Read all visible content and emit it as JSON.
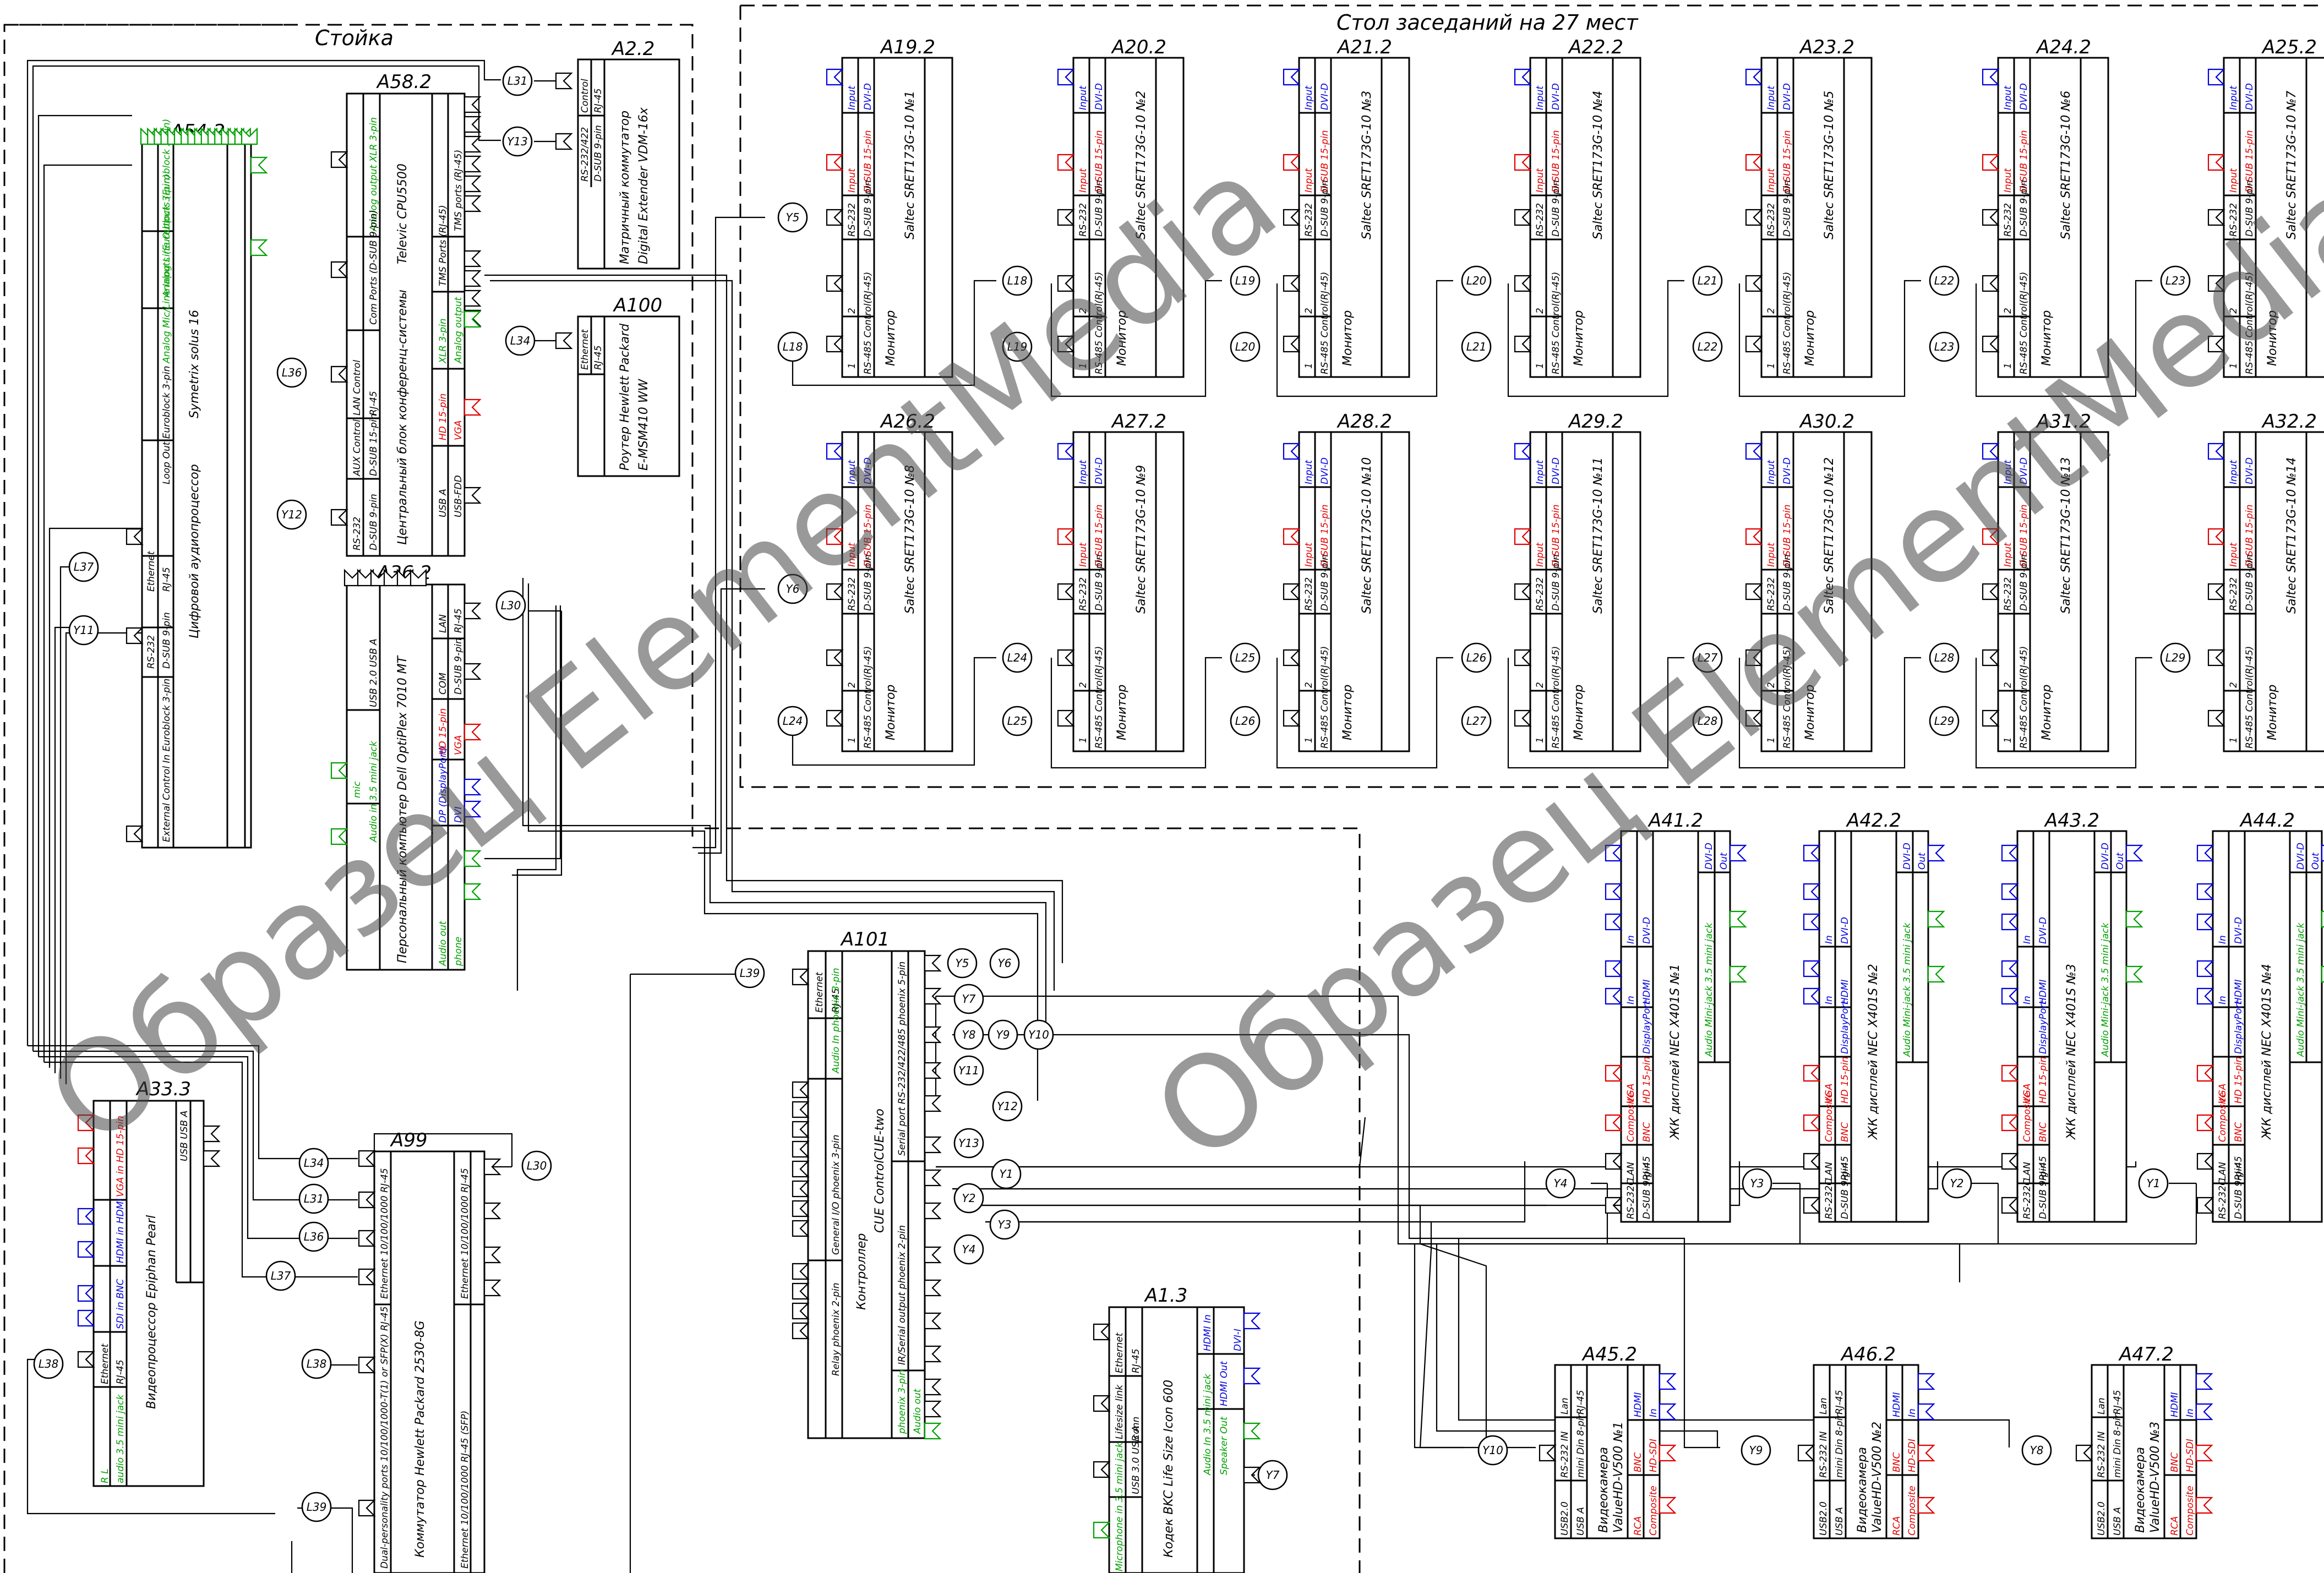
{
  "zones": {
    "rack": "Стойка",
    "table": "Стол заседаний на 27 мест"
  },
  "watermark": "Образец ElementMedia",
  "colors": {
    "line": "#000000",
    "video_red": "#e00000",
    "video_blue": "#0000dd",
    "audio_green": "#00a000",
    "watermark": "#555555"
  },
  "monitors": [
    {
      "id": "A19.2",
      "name": "Монитор",
      "model": "Saltec SRET173G-10 №1",
      "rs485": "L18",
      "rs232": "Y5"
    },
    {
      "id": "A20.2",
      "name": "Монитор",
      "model": "Saltec SRET173G-10 №2",
      "rs485": "L18"
    },
    {
      "id": "A21.2",
      "name": "Монитор",
      "model": "Saltec SRET173G-10 №3",
      "rs485": "L19"
    },
    {
      "id": "A22.2",
      "name": "Монитор",
      "model": "Saltec SRET173G-10 №4",
      "rs485": "L20"
    },
    {
      "id": "A23.2",
      "name": "Монитор",
      "model": "Saltec SRET173G-10 №5",
      "rs485": "L21"
    },
    {
      "id": "A24.2",
      "name": "Монитор",
      "model": "Saltec SRET173G-10 №6",
      "rs485": "L22"
    },
    {
      "id": "A25.2",
      "name": "Монитор",
      "model": "Saltec SRET173G-10 №7",
      "rs485": "L23"
    },
    {
      "id": "A26.2",
      "name": "Монитор",
      "model": "Saltec SRET173G-10 №8",
      "rs485": "L24",
      "rs232": "Y6"
    },
    {
      "id": "A27.2",
      "name": "Монитор",
      "model": "Saltec SRET173G-10 №9",
      "rs485": "L24"
    },
    {
      "id": "A28.2",
      "name": "Монитор",
      "model": "Saltec SRET173G-10 №10",
      "rs485": "L25"
    },
    {
      "id": "A29.2",
      "name": "Монитор",
      "model": "Saltec SRET173G-10 №11",
      "rs485": "L26"
    },
    {
      "id": "A30.2",
      "name": "Монитор",
      "model": "Saltec SRET173G-10 №12",
      "rs485": "L27"
    },
    {
      "id": "A31.2",
      "name": "Монитор",
      "model": "Saltec SRET173G-10 №13",
      "rs485": "L28"
    },
    {
      "id": "A32.2",
      "name": "Монитор",
      "model": "Saltec SRET173G-10 №14",
      "rs485": "L29"
    }
  ],
  "monitor_ports": {
    "input": "Input",
    "dvi": "DVI-D",
    "dsub15": "D-SUB 15-pin",
    "rs232": "RS-232",
    "dsub9": "D-SUB 9-pin",
    "rs485": "RS-485 Control(RJ-45)"
  },
  "next_links": [
    "L19",
    "L20",
    "L21",
    "L22",
    "L23",
    "L25",
    "L26",
    "L27",
    "L28",
    "L29"
  ],
  "devices": {
    "a2": {
      "id": "A2.2",
      "line1": "Матричный коммутатор",
      "line2": "Digital Extender VDM-16x",
      "p1": "Control",
      "p2": "RJ-45",
      "p3": "RS-232/422",
      "p4": "D-SUB 9-pin"
    },
    "a100": {
      "id": "A100",
      "line1": "Роутер Hewlett Packard",
      "line2": "E-MSM410 WW",
      "p1": "Ethernet",
      "p2": "RJ-45"
    },
    "a542": {
      "id": "A54.2",
      "line1": "Цифровой аудиопроцессор",
      "line2": "Symetrix solus 16",
      "p1": "Analog Mic/Line Inputs (Euroblock 3-pin)",
      "p2": "Analog Line Outputs (Euroblock 3-pin)",
      "p3": "Loop Out Euroblock 3-pin",
      "p4": "External Control In Euroblock 3-pin",
      "p5": "Ethernet",
      "p6": "RJ-45",
      "p7": "RS-232",
      "p8": "D-SUB 9-pin"
    },
    "a582": {
      "id": "A58.2",
      "line1": "Центральный блок конференц-системы",
      "line2": "Televic CPU5500",
      "p1": "TMS ports (RJ-45)",
      "p2": "TMS Ports (RJ-45)",
      "p3": "Analog output XLR 3-pin",
      "p4": "Com Ports (D-SUB 9-pin)",
      "p5": "LAN Control",
      "p6": "RJ-45",
      "p7": "AUX Control",
      "p8": "D-SUB 15-pin",
      "p9": "XLR 3-pin",
      "p10": "Analog output",
      "p11": "HD 15-pin",
      "p12": "VGA",
      "p13": "USB A",
      "p14": "USB-FDD",
      "p15": "RS-232",
      "p16": "D-SUB 9-pin"
    },
    "a362": {
      "id": "A36.2",
      "line1": "Персональный компьютер Dell OptiPlex 7010 MT",
      "p1": "USB 2.0 USB A",
      "p2": "LAN",
      "p3": "RJ-45",
      "p4": "COM",
      "p5": "D-SUB 9-pin",
      "p6": "HD 15-pin",
      "p7": "VGA",
      "p8": "DP (DisplayPort)",
      "p9": "DVI",
      "p10": "mic",
      "p11": "Audio in 3.5 mini jack",
      "p12": "Audio out",
      "p13": "phone"
    },
    "a333": {
      "id": "A33.3",
      "line1": "Видеопроцессор Epiphan Pearl",
      "p1": "USB USB A",
      "p2": "VGA in HD 15-pin",
      "p3": "HDMI in HDMI",
      "p4": "SDI in BNC",
      "p5": "Ethernet",
      "p6": "RJ-45",
      "p7": "audio 3.5 mini jack",
      "p8": "R L"
    },
    "a99": {
      "id": "A99",
      "line1": "Коммутатор Hewlett Packard 2530-8G",
      "p1": "Ethernet 10/100/1000 RJ-45",
      "p2": "Ethernet 10/100/1000 RJ-45",
      "p3": "Dual-personality ports 10/100/1000-T(1) or SFP(X) RJ-45",
      "p4": "Ethernet 10/100/1000 RJ-45 (SFP)"
    },
    "a101": {
      "id": "A101",
      "line1": "Контроллер",
      "line2": "CUE ControlCUE-two",
      "p1": "Ethernet",
      "p2": "RJ-45",
      "p3": "Audio In phoenix 3-pin",
      "p4": "General I/O phoenix 3-pin",
      "p5": "Relay phoenix 2-pin",
      "p6": "Serial port RS-232/422/485 phoenix 5-pin",
      "p7": "IR/Serial output phoenix 2-pin",
      "p8": "phoenix 3-pin",
      "p9": "Audio out"
    },
    "a13": {
      "id": "A1.3",
      "line1": "Кодек BKC Life Size Icon 600",
      "p1": "Ethernet",
      "p2": "RJ-45",
      "p3": "Lifesize link",
      "p4": "conn",
      "p5": "USB 3.0 USB A",
      "p6": "HDMI In",
      "p7": "HDMI Out",
      "p8": "DVI-I",
      "p9": "Audio In 3.5 mini jack",
      "p10": "Speaker Out",
      "p11": "Microphone in 3.5 mini jack"
    }
  },
  "displays": [
    {
      "id": "A41.2",
      "name": "ЖК дисплей NEC X401S №1",
      "rs232": "Y4"
    },
    {
      "id": "A42.2",
      "name": "ЖК дисплей NEC X401S №2",
      "rs232": "Y3"
    },
    {
      "id": "A43.2",
      "name": "ЖК дисплей NEC X401S №3",
      "rs232": "Y2"
    },
    {
      "id": "A44.2",
      "name": "ЖК дисплей NEC X401S №4",
      "rs232": "Y1"
    }
  ],
  "display_ports": {
    "p1": "RS-232C",
    "p2": "D-SUB 9-pin",
    "p3": "LAN",
    "p4": "RJ-45",
    "p5": "Composite",
    "p6": "BNC",
    "p7": "VGA",
    "p8": "HD 15-pin",
    "p9": "DisplayPort",
    "p10": "HDMI",
    "p11": "In",
    "p12": "DVI-D",
    "p13": "Out",
    "p14": "Audio Mini-jack 3.5 mini jack"
  },
  "cameras": [
    {
      "id": "A45.2",
      "name": "Видеокамера ValueHD-V500 №1",
      "link": "Y10"
    },
    {
      "id": "A46.2",
      "name": "Видеокамера ValueHD-V500 №2",
      "link": "Y9"
    },
    {
      "id": "A47.2",
      "name": "Видеокамера ValueHD-V500 №3",
      "link": "Y8"
    }
  ],
  "camera_ports": {
    "p1": "USB2.0",
    "p2": "USB A",
    "p3": "RS-232 IN",
    "p4": "mini Din 8-pin",
    "p5": "Lan",
    "p6": "RJ-45",
    "p7": "RCA",
    "p8": "Composite",
    "p9": "BNC",
    "p10": "HD-SDI",
    "p11": "HDMI",
    "p12": "In"
  },
  "nodes": {
    "L31a": "L31",
    "Y13a": "Y13",
    "L34a": "L34",
    "L36a": "L36",
    "Y12a": "Y12",
    "L37a": "L37",
    "Y11a": "Y11",
    "L30a": "L30",
    "L39a": "L39",
    "Y5b": "Y5",
    "Y6b": "Y6",
    "Y7a": "Y7",
    "Y8a": "Y8",
    "Y9a": "Y9",
    "Y10a": "Y10",
    "Y11b": "Y11",
    "Y12b": "Y12",
    "Y13b": "Y13",
    "Y1a": "Y1",
    "Y2a": "Y2",
    "Y3a": "Y3",
    "Y4a": "Y4",
    "L34b": "L34",
    "L31b": "L31",
    "L36b": "L36",
    "L37b": "L37",
    "L30b": "L30",
    "L38a": "L38",
    "L38b": "L38",
    "L39b": "L39",
    "Y7b": "Y7"
  }
}
